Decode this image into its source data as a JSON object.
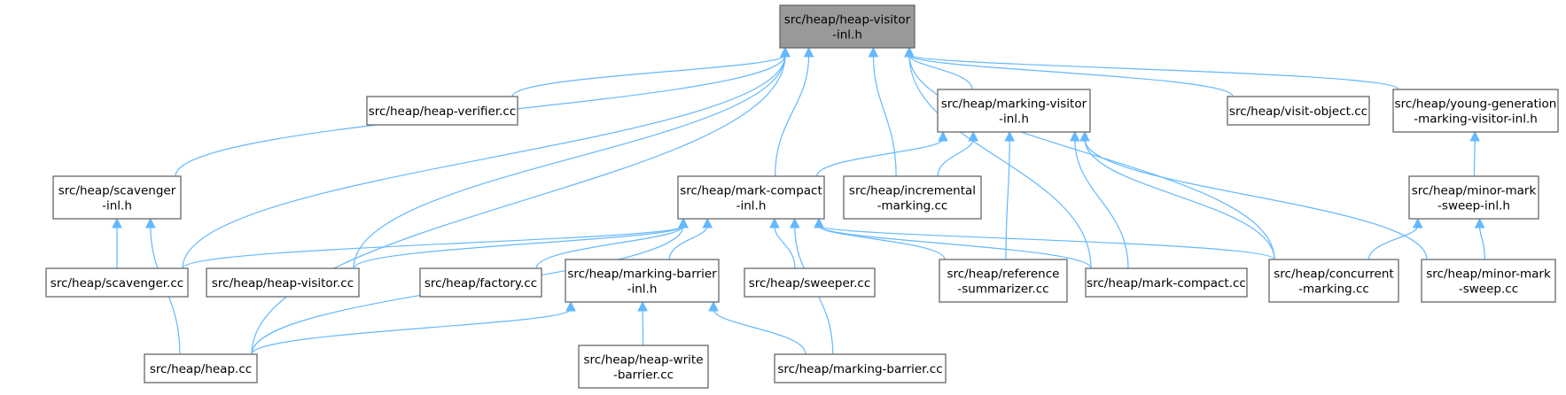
{
  "diagram": {
    "root": "heap-visitor-inl",
    "nodes": [
      {
        "id": "heap-visitor-inl",
        "lines": [
          "src/heap/heap-visitor",
          "-inl.h"
        ],
        "root": true
      },
      {
        "id": "heap-verifier",
        "lines": [
          "src/heap/heap-verifier.cc"
        ]
      },
      {
        "id": "marking-visitor-inl",
        "lines": [
          "src/heap/marking-visitor",
          "-inl.h"
        ]
      },
      {
        "id": "visit-object",
        "lines": [
          "src/heap/visit-object.cc"
        ]
      },
      {
        "id": "young-gen-visitor-inl",
        "lines": [
          "src/heap/young-generation",
          "-marking-visitor-inl.h"
        ]
      },
      {
        "id": "scavenger-inl",
        "lines": [
          "src/heap/scavenger",
          "-inl.h"
        ]
      },
      {
        "id": "mark-compact-inl",
        "lines": [
          "src/heap/mark-compact",
          "-inl.h"
        ]
      },
      {
        "id": "incremental-marking",
        "lines": [
          "src/heap/incremental",
          "-marking.cc"
        ]
      },
      {
        "id": "minor-mark-sweep-inl",
        "lines": [
          "src/heap/minor-mark",
          "-sweep-inl.h"
        ]
      },
      {
        "id": "scavenger-cc",
        "lines": [
          "src/heap/scavenger.cc"
        ]
      },
      {
        "id": "heap-visitor-cc",
        "lines": [
          "src/heap/heap-visitor.cc"
        ]
      },
      {
        "id": "factory",
        "lines": [
          "src/heap/factory.cc"
        ]
      },
      {
        "id": "marking-barrier-inl",
        "lines": [
          "src/heap/marking-barrier",
          "-inl.h"
        ]
      },
      {
        "id": "sweeper",
        "lines": [
          "src/heap/sweeper.cc"
        ]
      },
      {
        "id": "reference-summarizer",
        "lines": [
          "src/heap/reference",
          "-summarizer.cc"
        ]
      },
      {
        "id": "mark-compact-cc",
        "lines": [
          "src/heap/mark-compact.cc"
        ]
      },
      {
        "id": "concurrent-marking",
        "lines": [
          "src/heap/concurrent",
          "-marking.cc"
        ]
      },
      {
        "id": "minor-mark-sweep-cc",
        "lines": [
          "src/heap/minor-mark",
          "-sweep.cc"
        ]
      },
      {
        "id": "heap-cc",
        "lines": [
          "src/heap/heap.cc"
        ]
      },
      {
        "id": "heap-write-barrier",
        "lines": [
          "src/heap/heap-write",
          "-barrier.cc"
        ]
      },
      {
        "id": "marking-barrier-cc",
        "lines": [
          "src/heap/marking-barrier.cc"
        ]
      }
    ],
    "edges": [
      {
        "from": "heap-verifier",
        "to": "heap-visitor-inl"
      },
      {
        "from": "marking-visitor-inl",
        "to": "heap-visitor-inl"
      },
      {
        "from": "visit-object",
        "to": "heap-visitor-inl"
      },
      {
        "from": "young-gen-visitor-inl",
        "to": "heap-visitor-inl"
      },
      {
        "from": "scavenger-inl",
        "to": "heap-visitor-inl"
      },
      {
        "from": "mark-compact-inl",
        "to": "heap-visitor-inl"
      },
      {
        "from": "incremental-marking",
        "to": "heap-visitor-inl"
      },
      {
        "from": "scavenger-cc",
        "to": "heap-visitor-inl"
      },
      {
        "from": "heap-visitor-cc",
        "to": "heap-visitor-inl"
      },
      {
        "from": "mark-compact-cc",
        "to": "heap-visitor-inl"
      },
      {
        "from": "concurrent-marking",
        "to": "heap-visitor-inl"
      },
      {
        "from": "heap-cc",
        "to": "heap-visitor-inl"
      },
      {
        "from": "mark-compact-inl",
        "to": "marking-visitor-inl"
      },
      {
        "from": "incremental-marking",
        "to": "marking-visitor-inl"
      },
      {
        "from": "reference-summarizer",
        "to": "marking-visitor-inl"
      },
      {
        "from": "mark-compact-cc",
        "to": "marking-visitor-inl"
      },
      {
        "from": "concurrent-marking",
        "to": "marking-visitor-inl"
      },
      {
        "from": "minor-mark-sweep-cc",
        "to": "marking-visitor-inl"
      },
      {
        "from": "minor-mark-sweep-inl",
        "to": "young-gen-visitor-inl"
      },
      {
        "from": "concurrent-marking",
        "to": "minor-mark-sweep-inl"
      },
      {
        "from": "minor-mark-sweep-cc",
        "to": "minor-mark-sweep-inl"
      },
      {
        "from": "scavenger-cc",
        "to": "scavenger-inl"
      },
      {
        "from": "heap-cc",
        "to": "scavenger-inl"
      },
      {
        "from": "scavenger-cc",
        "to": "mark-compact-inl"
      },
      {
        "from": "heap-visitor-cc",
        "to": "mark-compact-inl"
      },
      {
        "from": "factory",
        "to": "mark-compact-inl"
      },
      {
        "from": "marking-barrier-inl",
        "to": "mark-compact-inl"
      },
      {
        "from": "sweeper",
        "to": "mark-compact-inl"
      },
      {
        "from": "reference-summarizer",
        "to": "mark-compact-inl"
      },
      {
        "from": "mark-compact-cc",
        "to": "mark-compact-inl"
      },
      {
        "from": "concurrent-marking",
        "to": "mark-compact-inl"
      },
      {
        "from": "heap-cc",
        "to": "mark-compact-inl"
      },
      {
        "from": "marking-barrier-cc",
        "to": "mark-compact-inl"
      },
      {
        "from": "heap-cc",
        "to": "marking-barrier-inl"
      },
      {
        "from": "heap-write-barrier",
        "to": "marking-barrier-inl"
      },
      {
        "from": "marking-barrier-cc",
        "to": "marking-barrier-inl"
      }
    ]
  },
  "colors": {
    "edge": "#63b8ff",
    "node_border": "#666666",
    "root_fill": "#999999",
    "node_fill": "#ffffff"
  }
}
